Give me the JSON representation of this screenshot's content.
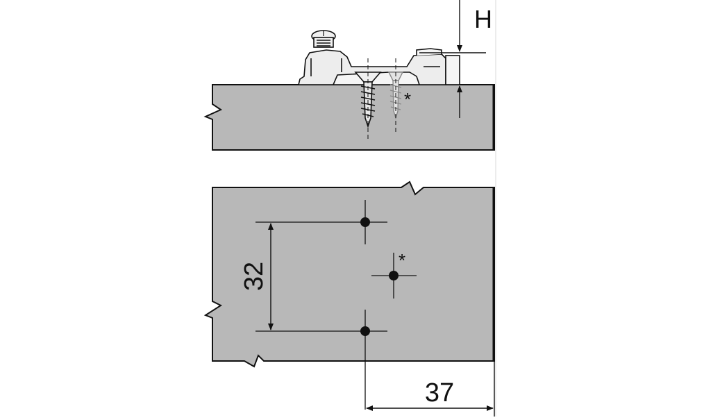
{
  "diagram": {
    "dimension_height_label": "H",
    "dimension_hole_spacing": "32",
    "dimension_edge_distance": "37",
    "screw_marker": "*",
    "hole_marker": "*"
  },
  "colors": {
    "panel": "#b8b8b8",
    "line": "#111111",
    "plate": "#ededed",
    "background": "#ffffff"
  }
}
